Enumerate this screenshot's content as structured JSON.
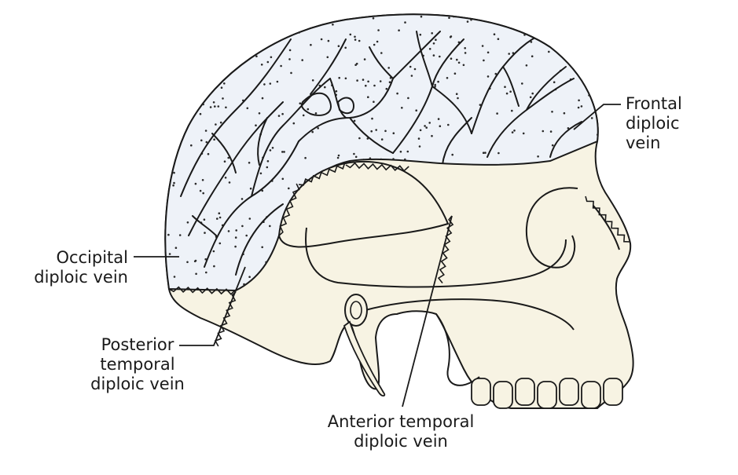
{
  "labels": {
    "frontal": [
      "Frontal",
      "diploic",
      "vein"
    ],
    "occipital": [
      "Occipital",
      "diploic vein"
    ],
    "posterior_temporal": [
      "Posterior",
      "temporal",
      "diploic vein"
    ],
    "anterior_temporal": [
      "Anterior temporal",
      "diploic vein"
    ]
  },
  "colors": {
    "bone": "#f7f3e3",
    "diploe": "#eef2f8",
    "outline": "#1a1a1a",
    "stipple": "#2a2a2a"
  }
}
